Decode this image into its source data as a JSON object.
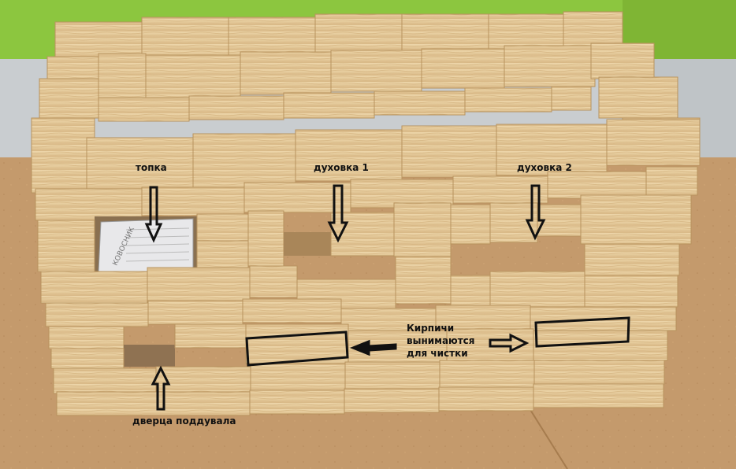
{
  "colors": {
    "wall_green": "#8cc63f",
    "wall_light": "#c9cdd0",
    "cardboard": "#c49a6c",
    "wood": "#e3c796",
    "wood_dark": "#c9a56e",
    "annotation": "#111111"
  },
  "labels": {
    "firebox": "топка",
    "oven1": "духовка 1",
    "oven2": "духовка 2",
    "bricks_removable": "Кирпичи вынимаются для чистки",
    "ash_door": "дверца поддувала"
  },
  "card_text": "КОВОСНИК"
}
